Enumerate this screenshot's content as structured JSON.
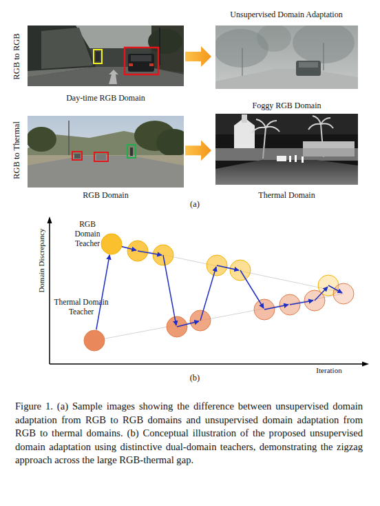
{
  "diagram": {
    "caption": "Figure 1. (a) Sample images showing the difference between unsupervised domain adaptation from RGB to RGB domains and unsupervised domain adaptation from RGB to thermal domains. (b) Conceptual illustration of the proposed unsupervised domain adaptation using distinctive dual-domain teachers, demonstrating the zigzag approach across the large RGB-thermal gap.",
    "nodes": [
      {
        "text": [
          "Day-time RGB Domain"
        ]
      },
      {
        "text": [
          "Foggy RGB Domain"
        ]
      },
      {
        "text": [
          "RGB Domain"
        ]
      },
      {
        "text": [
          "Thermal Domain"
        ]
      },
      {
        "text": [
          "RGB Domain Teacher"
        ]
      },
      {
        "text": [
          "Thermal Domain Teacher"
        ]
      }
    ],
    "edges": [
      {
        "from": 0,
        "to": 1,
        "arrow": "to"
      },
      {
        "from": 2,
        "to": 3,
        "arrow": "to"
      },
      {
        "from": 5,
        "to": 4,
        "arrow": "to"
      }
    ],
    "labels": [
      "RGB to RGB",
      "Unsupervised Domain Adaptation",
      "RGB to Thermal",
      "(a)",
      "Domain Discrepancy",
      "Iteration",
      "(b)"
    ]
  }
}
